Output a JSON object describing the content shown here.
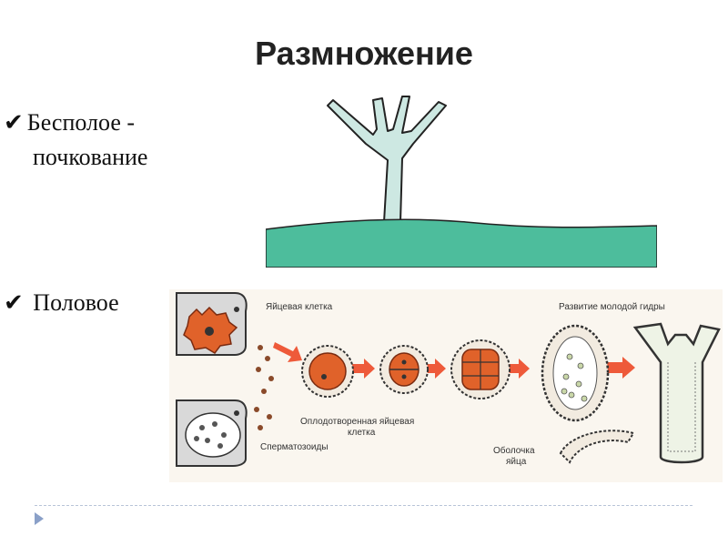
{
  "slide": {
    "title": "Размножение",
    "bullets": [
      {
        "line1": "Бесполое -",
        "line2": "почкование"
      },
      {
        "line1": "Половое"
      }
    ],
    "check_glyph": "✔"
  },
  "diagram": {
    "labels": {
      "egg_cell": "Яйцевая клетка",
      "development": "Развитие молодой гидры",
      "fertilized_1": "Оплодотворенная яйцевая",
      "fertilized_2": "клетка",
      "sperm": "Сперматозоиды",
      "shell_1": "Оболочка",
      "shell_2": "яйца"
    }
  },
  "colors": {
    "hydra_fill": "#cde8e2",
    "ground": "#4dbd9c",
    "egg_orange": "#e0622a",
    "arrow_red": "#ee5a3a",
    "nav_arrow": "#8aa0c8"
  }
}
